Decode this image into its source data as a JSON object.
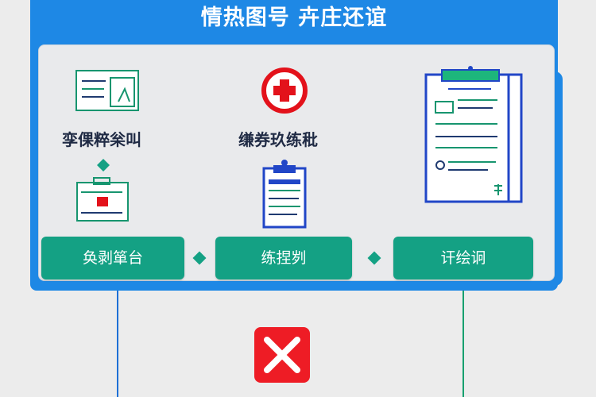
{
  "header": {
    "title": "情热图号 卉庄还谊"
  },
  "steps": [
    {
      "label": "孪倮粹枀叫",
      "icon": "document-icon"
    },
    {
      "label": "缣券玖练秕",
      "icon": "medical-cross-icon"
    }
  ],
  "buttons": [
    "奂剥箪台",
    "练捏刿",
    "讦绘诇"
  ],
  "colors": {
    "primary": "#1e88e5",
    "accent": "#14a184",
    "danger": "#ee1c25"
  }
}
